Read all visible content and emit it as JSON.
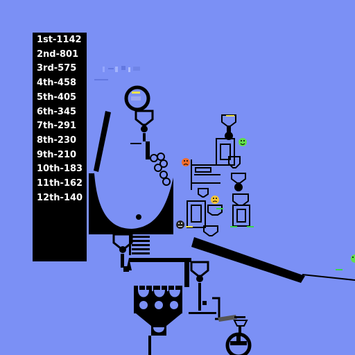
{
  "leaderboard": {
    "entries": [
      {
        "text": "1st-1142"
      },
      {
        "text": "2nd-801"
      },
      {
        "text": "3rd-575"
      },
      {
        "text": "4th-458"
      },
      {
        "text": "5th-405"
      },
      {
        "text": "6th-345"
      },
      {
        "text": "7th-291"
      },
      {
        "text": "8th-230"
      },
      {
        "text": "9th-210"
      },
      {
        "text": "10th-183"
      },
      {
        "text": "11th-162"
      },
      {
        "text": "12th-140"
      }
    ]
  },
  "colors": {
    "background": "#7b90f5",
    "structure": "#000000",
    "marble_orange": "#f26d2b",
    "marble_yellow": "#f7c531",
    "marble_green": "#61e049",
    "accent_yellow": "#f2e44a",
    "accent_green": "#39d64a"
  },
  "icons": {
    "marbles": [
      "angry-face-icon",
      "sad-face-icon",
      "neutral-face-icon",
      "happy-face-icon"
    ]
  }
}
